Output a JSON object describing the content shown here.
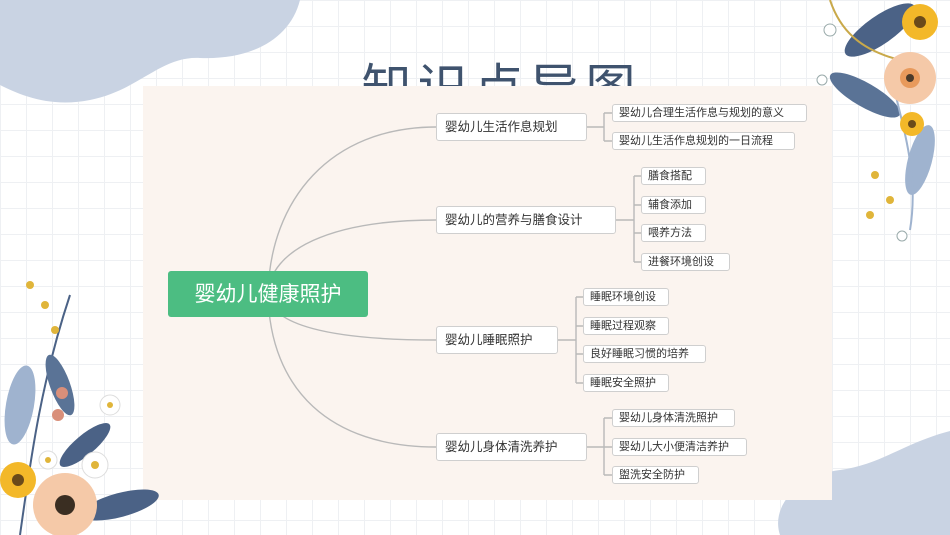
{
  "slide": {
    "title": "知识点导图"
  },
  "mindmap": {
    "root": "婴幼儿健康照护",
    "branches": [
      {
        "label": "婴幼儿生活作息规划",
        "children": [
          "婴幼儿合理生活作息与规划的意义",
          "婴幼儿生活作息规划的一日流程"
        ]
      },
      {
        "label": "婴幼儿的营养与膳食设计",
        "children": [
          "膳食搭配",
          "辅食添加",
          "喂养方法",
          "进餐环境创设"
        ]
      },
      {
        "label": "婴幼儿睡眠照护",
        "children": [
          "睡眠环境创设",
          "睡眠过程观察",
          "良好睡眠习惯的培养",
          "睡眠安全照护"
        ]
      },
      {
        "label": "婴幼儿身体清洗养护",
        "children": [
          "婴幼儿身体清洗照护",
          "婴幼儿大小便清洁养护",
          "盥洗安全防护"
        ]
      }
    ]
  },
  "colors": {
    "title": "#3f536e",
    "root_fill": "#4cbd82",
    "panel": "#fbf4ef",
    "connector": "#b9b9b9"
  }
}
